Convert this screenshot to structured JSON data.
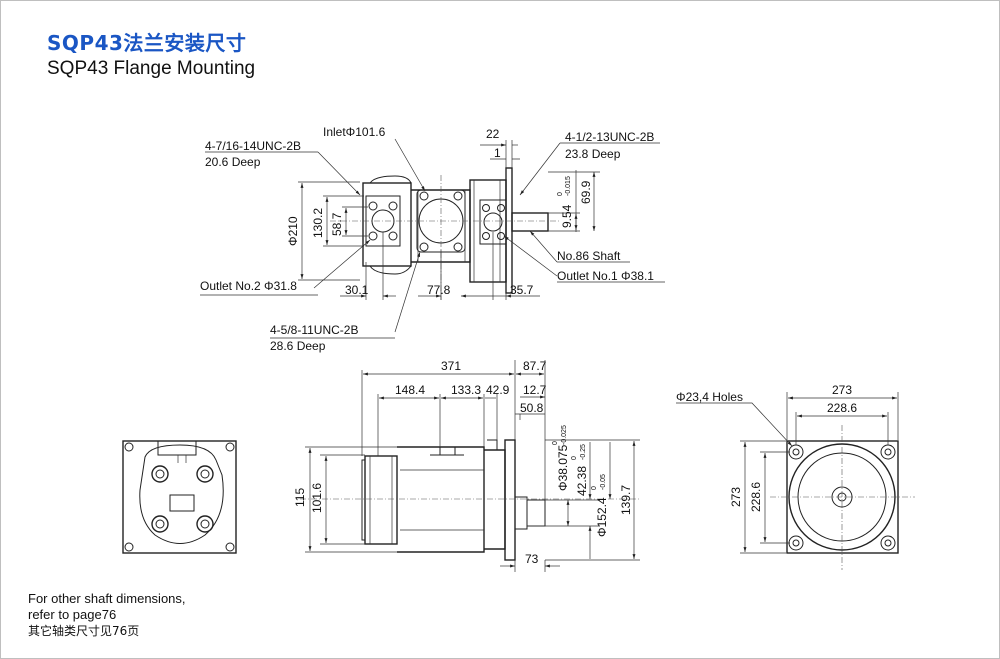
{
  "title": {
    "cn": "SQP43法兰安装尺寸",
    "en": "SQP43 Flange Mounting"
  },
  "top_view": {
    "inlet": "InletΦ101.6",
    "thread_a": "4-7/16-14UNC-2B",
    "thread_a_deep": "20.6 Deep",
    "thread_b": "4-1/2-13UNC-2B",
    "thread_b_deep": "23.8 Deep",
    "thread_c": "4-5/8-11UNC-2B",
    "thread_c_deep": "28.6 Deep",
    "outlet2": "Outlet No.2 Φ31.8",
    "outlet1": "Outlet No.1 Φ38.1",
    "shaft": "No.86 Shaft",
    "dim_22": "22",
    "dim_1": "1",
    "dim_210": "Φ210",
    "dim_130_2": "130.2",
    "dim_58_7": "58.7",
    "dim_9_54": "9.54",
    "dim_9_54_tol_upper": "0",
    "dim_9_54_tol_lower": "-0.015",
    "dim_69_9": "69.9",
    "dim_30_1": "30.1",
    "dim_77_8": "77.8",
    "dim_35_7": "35.7"
  },
  "side_view": {
    "dim_371": "371",
    "dim_87_7": "87.7",
    "dim_148_4": "148.4",
    "dim_133_3": "133.3",
    "dim_42_9": "42.9",
    "dim_12_7": "12.7",
    "dim_50_8": "50.8",
    "dim_115": "115",
    "dim_101_6": "101.6",
    "dim_38_075": "Φ38.075",
    "dim_38_075_tol_upper": "0",
    "dim_38_075_tol_lower": "-0.025",
    "dim_42_38": "42.38",
    "dim_42_38_tol_upper": "0",
    "dim_42_38_tol_lower": "-0.25",
    "dim_152_4": "Φ152.4",
    "dim_152_4_tol_upper": "0",
    "dim_152_4_tol_lower": "-0.05",
    "dim_139_7": "139.7",
    "dim_73": "73"
  },
  "front_view": {
    "holes": "Φ23,4 Holes",
    "dim_273_h": "273",
    "dim_228_6_h": "228.6",
    "dim_273_v": "273",
    "dim_228_6_v": "228.6"
  },
  "notes": {
    "line1": "For other shaft dimensions,",
    "line2": "refer to page76",
    "line3": "其它轴类尺寸见76页"
  }
}
